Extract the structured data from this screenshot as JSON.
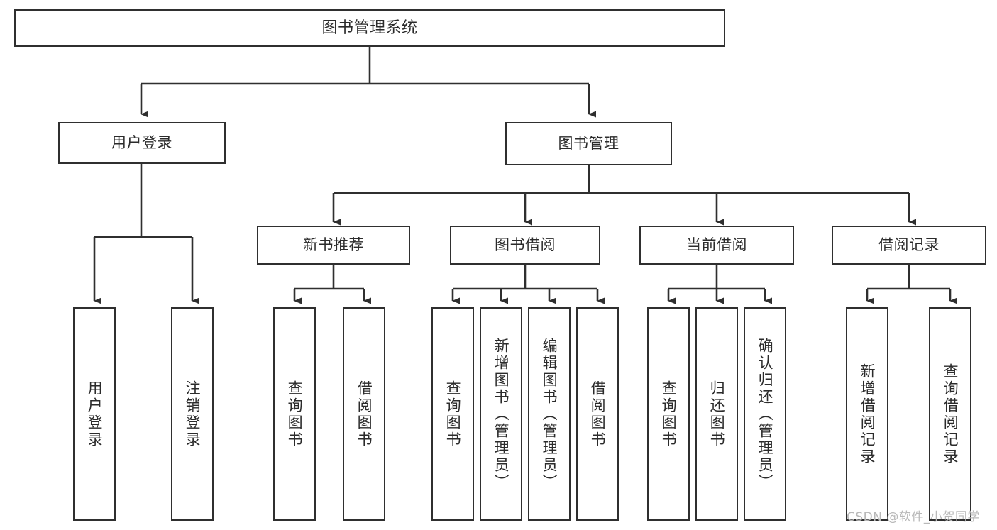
{
  "diagram": {
    "title": "图书管理系统",
    "type": "tree",
    "theme": {
      "background": "#ffffff",
      "node_border": "#2f2f2f",
      "node_fill": "#ffffff",
      "text": "#2b2b2b",
      "edge": "#2f2f2f",
      "watermark": "#b9b9b9"
    },
    "root": {
      "id": "root",
      "label": "图书管理系统"
    },
    "level2": [
      {
        "id": "user-login",
        "label": "用户登录"
      },
      {
        "id": "book-manage",
        "label": "图书管理"
      }
    ],
    "level3": [
      {
        "id": "new-book-recommend",
        "label": "新书推荐",
        "parent": "book-manage"
      },
      {
        "id": "book-borrow",
        "label": "图书借阅",
        "parent": "book-manage"
      },
      {
        "id": "current-borrow",
        "label": "当前借阅",
        "parent": "book-manage"
      },
      {
        "id": "borrow-record",
        "label": "借阅记录",
        "parent": "book-manage"
      }
    ],
    "leaves": [
      {
        "id": "leaf-user-login",
        "label": "用户登录",
        "parent": "user-login"
      },
      {
        "id": "leaf-user-logout",
        "label": "注销登录",
        "parent": "user-login"
      },
      {
        "id": "leaf-query-book-1",
        "label": "查询图书",
        "parent": "new-book-recommend"
      },
      {
        "id": "leaf-borrow-book-1",
        "label": "借阅图书",
        "parent": "new-book-recommend"
      },
      {
        "id": "leaf-query-book-2",
        "label": "查询图书",
        "parent": "book-borrow"
      },
      {
        "id": "leaf-add-book",
        "label": "新增图书（管理员）",
        "parent": "book-borrow"
      },
      {
        "id": "leaf-edit-book",
        "label": "编辑图书（管理员）",
        "parent": "book-borrow"
      },
      {
        "id": "leaf-borrow-book-2",
        "label": "借阅图书",
        "parent": "book-borrow"
      },
      {
        "id": "leaf-query-book-3",
        "label": "查询图书",
        "parent": "current-borrow"
      },
      {
        "id": "leaf-return-book",
        "label": "归还图书",
        "parent": "current-borrow"
      },
      {
        "id": "leaf-confirm-return",
        "label": "确认归还（管理员）",
        "parent": "current-borrow"
      },
      {
        "id": "leaf-add-record",
        "label": "新增借阅记录",
        "parent": "borrow-record"
      },
      {
        "id": "leaf-query-record",
        "label": "查询借阅记录",
        "parent": "borrow-record"
      }
    ],
    "watermark": "CSDN @软件_小贺同学"
  }
}
